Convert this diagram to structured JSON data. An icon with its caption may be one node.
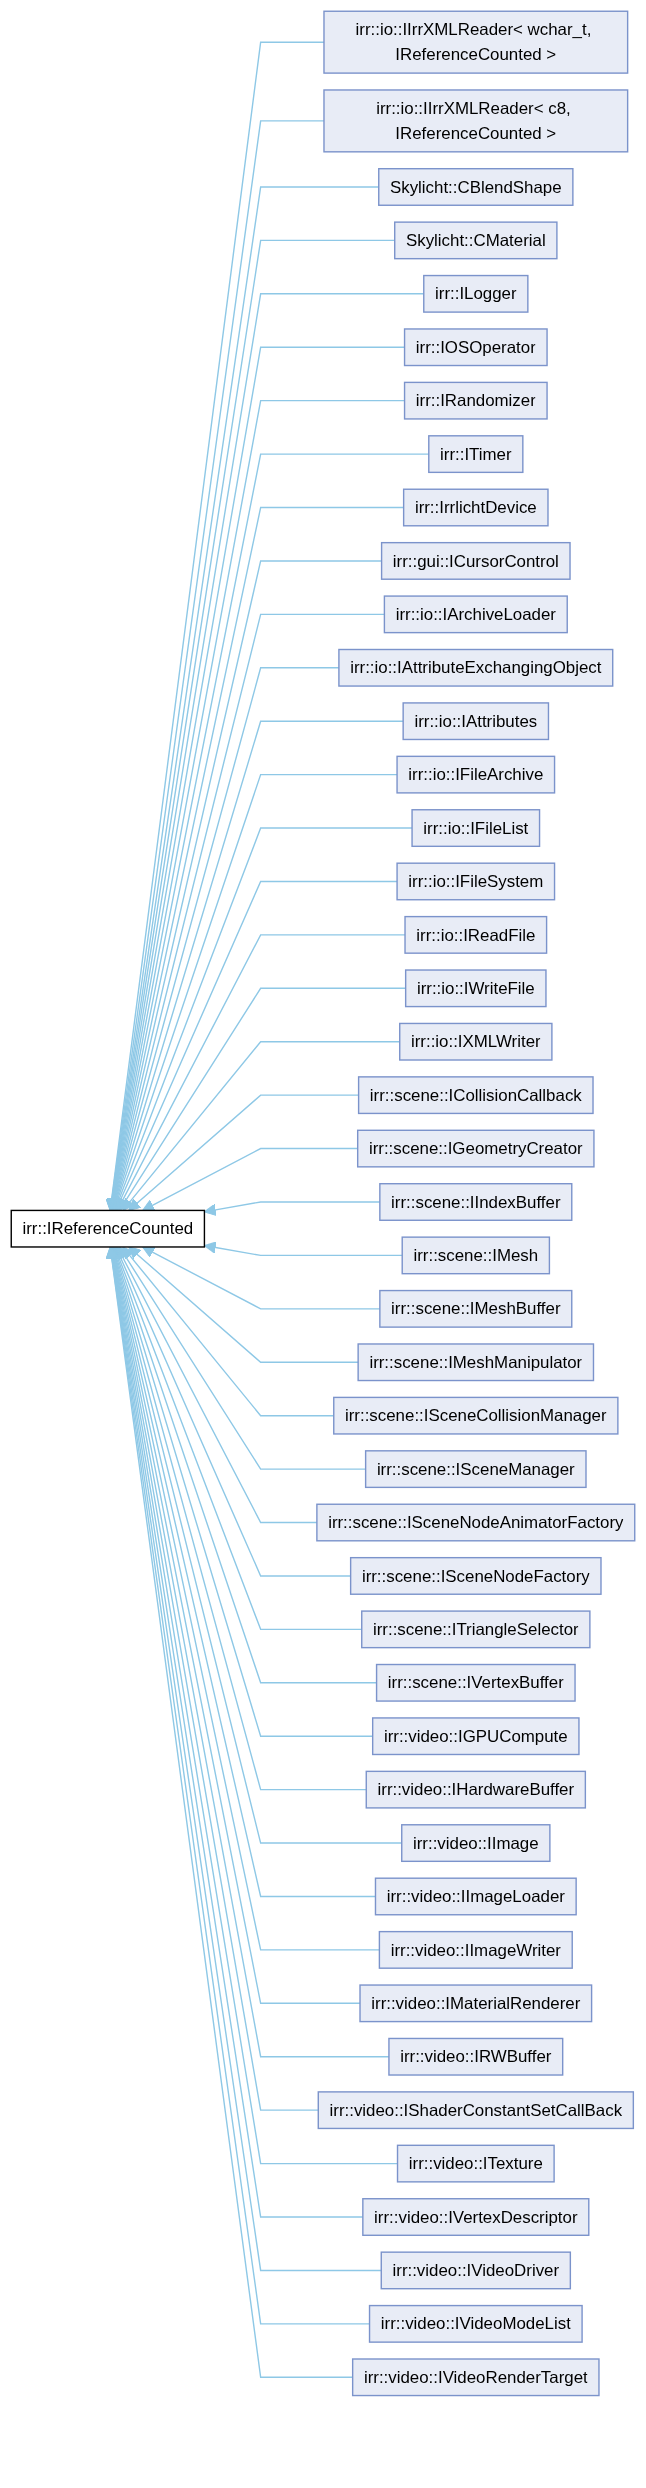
{
  "diagram": {
    "nodes": [
      {
        "text": [
          "irr::IReferenceCounted"
        ]
      },
      {
        "text": [
          "irr::io::IIrrXMLReader< wchar_t, IReferenceCounted >"
        ]
      },
      {
        "text": [
          "irr::io::IIrrXMLReader< c8, IReferenceCounted >"
        ]
      },
      {
        "text": [
          "Skylicht::CBlendShape"
        ]
      },
      {
        "text": [
          "Skylicht::CMaterial"
        ]
      },
      {
        "text": [
          "irr::ILogger"
        ]
      },
      {
        "text": [
          "irr::IOSOperator"
        ]
      },
      {
        "text": [
          "irr::IRandomizer"
        ]
      },
      {
        "text": [
          "irr::ITimer"
        ]
      },
      {
        "text": [
          "irr::IrrlichtDevice"
        ]
      },
      {
        "text": [
          "irr::gui::ICursorControl"
        ]
      },
      {
        "text": [
          "irr::io::IArchiveLoader"
        ]
      },
      {
        "text": [
          "irr::io::IAttributeExchangingObject"
        ]
      },
      {
        "text": [
          "irr::io::IAttributes"
        ]
      },
      {
        "text": [
          "irr::io::IFileArchive"
        ]
      },
      {
        "text": [
          "irr::io::IFileList"
        ]
      },
      {
        "text": [
          "irr::io::IFileSystem"
        ]
      },
      {
        "text": [
          "irr::io::IReadFile"
        ]
      },
      {
        "text": [
          "irr::io::IWriteFile"
        ]
      },
      {
        "text": [
          "irr::io::IXMLWriter"
        ]
      },
      {
        "text": [
          "irr::scene::ICollisionCallback"
        ]
      },
      {
        "text": [
          "irr::scene::IGeometryCreator"
        ]
      },
      {
        "text": [
          "irr::scene::IIndexBuffer"
        ]
      },
      {
        "text": [
          "irr::scene::IMesh"
        ]
      },
      {
        "text": [
          "irr::scene::IMeshBuffer"
        ]
      },
      {
        "text": [
          "irr::scene::IMeshManipulator"
        ]
      },
      {
        "text": [
          "irr::scene::ISceneCollisionManager"
        ]
      },
      {
        "text": [
          "irr::scene::ISceneManager"
        ]
      },
      {
        "text": [
          "irr::scene::ISceneNodeAnimatorFactory"
        ]
      },
      {
        "text": [
          "irr::scene::ISceneNodeFactory"
        ]
      },
      {
        "text": [
          "irr::scene::ITriangleSelector"
        ]
      },
      {
        "text": [
          "irr::scene::IVertexBuffer"
        ]
      },
      {
        "text": [
          "irr::video::IGPUCompute"
        ]
      },
      {
        "text": [
          "irr::video::IHardwareBuffer"
        ]
      },
      {
        "text": [
          "irr::video::IImage"
        ]
      },
      {
        "text": [
          "irr::video::IImageLoader"
        ]
      },
      {
        "text": [
          "irr::video::IImageWriter"
        ]
      },
      {
        "text": [
          "irr::video::IMaterialRenderer"
        ]
      },
      {
        "text": [
          "irr::video::IRWBuffer"
        ]
      },
      {
        "text": [
          "irr::video::IShaderConstantSetCallBack"
        ]
      },
      {
        "text": [
          "irr::video::ITexture"
        ]
      },
      {
        "text": [
          "irr::video::IVertexDescriptor"
        ]
      },
      {
        "text": [
          "irr::video::IVideoDriver"
        ]
      },
      {
        "text": [
          "irr::video::IVideoModeList"
        ]
      },
      {
        "text": [
          "irr::video::IVideoRenderTarget"
        ]
      }
    ],
    "edges": [
      {
        "from": 1,
        "to": 0,
        "arrow": "to"
      },
      {
        "from": 2,
        "to": 0,
        "arrow": "to"
      },
      {
        "from": 3,
        "to": 0,
        "arrow": "to"
      },
      {
        "from": 4,
        "to": 0,
        "arrow": "to"
      },
      {
        "from": 5,
        "to": 0,
        "arrow": "to"
      },
      {
        "from": 6,
        "to": 0,
        "arrow": "to"
      },
      {
        "from": 7,
        "to": 0,
        "arrow": "to"
      },
      {
        "from": 8,
        "to": 0,
        "arrow": "to"
      },
      {
        "from": 9,
        "to": 0,
        "arrow": "to"
      },
      {
        "from": 10,
        "to": 0,
        "arrow": "to"
      },
      {
        "from": 11,
        "to": 0,
        "arrow": "to"
      },
      {
        "from": 12,
        "to": 0,
        "arrow": "to"
      },
      {
        "from": 13,
        "to": 0,
        "arrow": "to"
      },
      {
        "from": 14,
        "to": 0,
        "arrow": "to"
      },
      {
        "from": 15,
        "to": 0,
        "arrow": "to"
      },
      {
        "from": 16,
        "to": 0,
        "arrow": "to"
      },
      {
        "from": 17,
        "to": 0,
        "arrow": "to"
      },
      {
        "from": 18,
        "to": 0,
        "arrow": "to"
      },
      {
        "from": 19,
        "to": 0,
        "arrow": "to"
      },
      {
        "from": 20,
        "to": 0,
        "arrow": "to"
      },
      {
        "from": 21,
        "to": 0,
        "arrow": "to"
      },
      {
        "from": 22,
        "to": 0,
        "arrow": "to"
      },
      {
        "from": 23,
        "to": 0,
        "arrow": "to"
      },
      {
        "from": 24,
        "to": 0,
        "arrow": "to"
      },
      {
        "from": 25,
        "to": 0,
        "arrow": "to"
      },
      {
        "from": 26,
        "to": 0,
        "arrow": "to"
      },
      {
        "from": 27,
        "to": 0,
        "arrow": "to"
      },
      {
        "from": 28,
        "to": 0,
        "arrow": "to"
      },
      {
        "from": 29,
        "to": 0,
        "arrow": "to"
      },
      {
        "from": 30,
        "to": 0,
        "arrow": "to"
      },
      {
        "from": 31,
        "to": 0,
        "arrow": "to"
      },
      {
        "from": 32,
        "to": 0,
        "arrow": "to"
      },
      {
        "from": 33,
        "to": 0,
        "arrow": "to"
      },
      {
        "from": 34,
        "to": 0,
        "arrow": "to"
      },
      {
        "from": 35,
        "to": 0,
        "arrow": "to"
      },
      {
        "from": 36,
        "to": 0,
        "arrow": "to"
      },
      {
        "from": 37,
        "to": 0,
        "arrow": "to"
      },
      {
        "from": 38,
        "to": 0,
        "arrow": "to"
      },
      {
        "from": 39,
        "to": 0,
        "arrow": "to"
      },
      {
        "from": 40,
        "to": 0,
        "arrow": "to"
      },
      {
        "from": 41,
        "to": 0,
        "arrow": "to"
      },
      {
        "from": 42,
        "to": 0,
        "arrow": "to"
      },
      {
        "from": 43,
        "to": 0,
        "arrow": "to"
      },
      {
        "from": 44,
        "to": 0,
        "arrow": "to"
      }
    ]
  }
}
